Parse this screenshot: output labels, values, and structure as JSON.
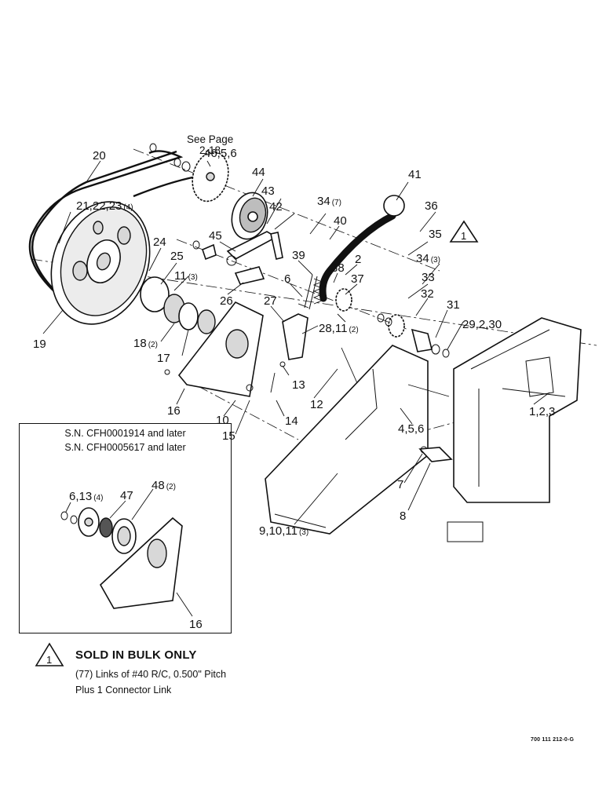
{
  "callouts": {
    "see_page_1": "See Page",
    "see_page_2": "2-18",
    "c20": "20",
    "c46": "46,5,6",
    "c44": "44",
    "c41": "41",
    "c43": "43",
    "c21": "21,22,23",
    "c21q": "(4)",
    "c42": "42",
    "c34a": "34",
    "c34aq": "(7)",
    "c36": "36",
    "c40": "40",
    "c45": "45",
    "c35": "35",
    "c24": "24",
    "c39": "39",
    "c25": "25",
    "c2": "2",
    "c34b": "34",
    "c34bq": "(3)",
    "c11": "11",
    "c11q": "(3)",
    "c38": "38",
    "c6": "6",
    "c37": "37",
    "c33": "33",
    "c32": "32",
    "c26": "26",
    "c27": "27",
    "c31": "31",
    "c28": "28,11",
    "c28q": "(2)",
    "c29": "29,2,30",
    "c19": "19",
    "c18": "18",
    "c18q": "(2)",
    "c17": "17",
    "c13": "13",
    "c12": "12",
    "c1": "1,2,3",
    "c16": "16",
    "c10": "10",
    "c14": "14",
    "c15": "15",
    "c4": "4,5,6",
    "c7": "7",
    "c8": "8",
    "c9": "9,10,11",
    "c9q": "(3)",
    "tri_top": "1"
  },
  "inset": {
    "sn_line_1": "S.N. CFH0001914 and later",
    "sn_line_2": "S.N. CFH0005617 and later",
    "c6": "6,13",
    "c6q": "(4)",
    "c47": "47",
    "c48": "48",
    "c48q": "(2)",
    "c16": "16"
  },
  "note": {
    "symbol": "1",
    "title": "SOLD IN BULK ONLY",
    "line_1": "(77) Links of #40 R/C, 0.500\" Pitch",
    "line_2": "Plus 1 Connector Link"
  },
  "doc_code": "700 111 212-0-G"
}
